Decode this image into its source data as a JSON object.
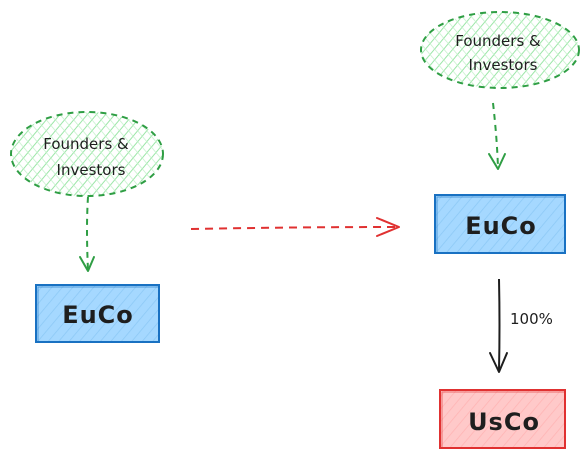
{
  "colors": {
    "ellipse_stroke": "#2f9e44",
    "ellipse_fill": "#b2f2bb",
    "euco_stroke": "#1971c2",
    "euco_fill": "#a5d8ff",
    "usco_stroke": "#e03131",
    "usco_fill": "#ffc9c9",
    "dashed_arrow": "#e03131",
    "solid_arrow": "#1e1e1e",
    "text": "#1e1e1e"
  },
  "left": {
    "investors": {
      "line1": "Founders &",
      "line2": "Investors"
    },
    "company": "EuCo"
  },
  "right": {
    "investors": {
      "line1": "Founders &",
      "line2": "Investors"
    },
    "company": "EuCo",
    "subsidiary": "UsCo",
    "ownership": "100%"
  }
}
